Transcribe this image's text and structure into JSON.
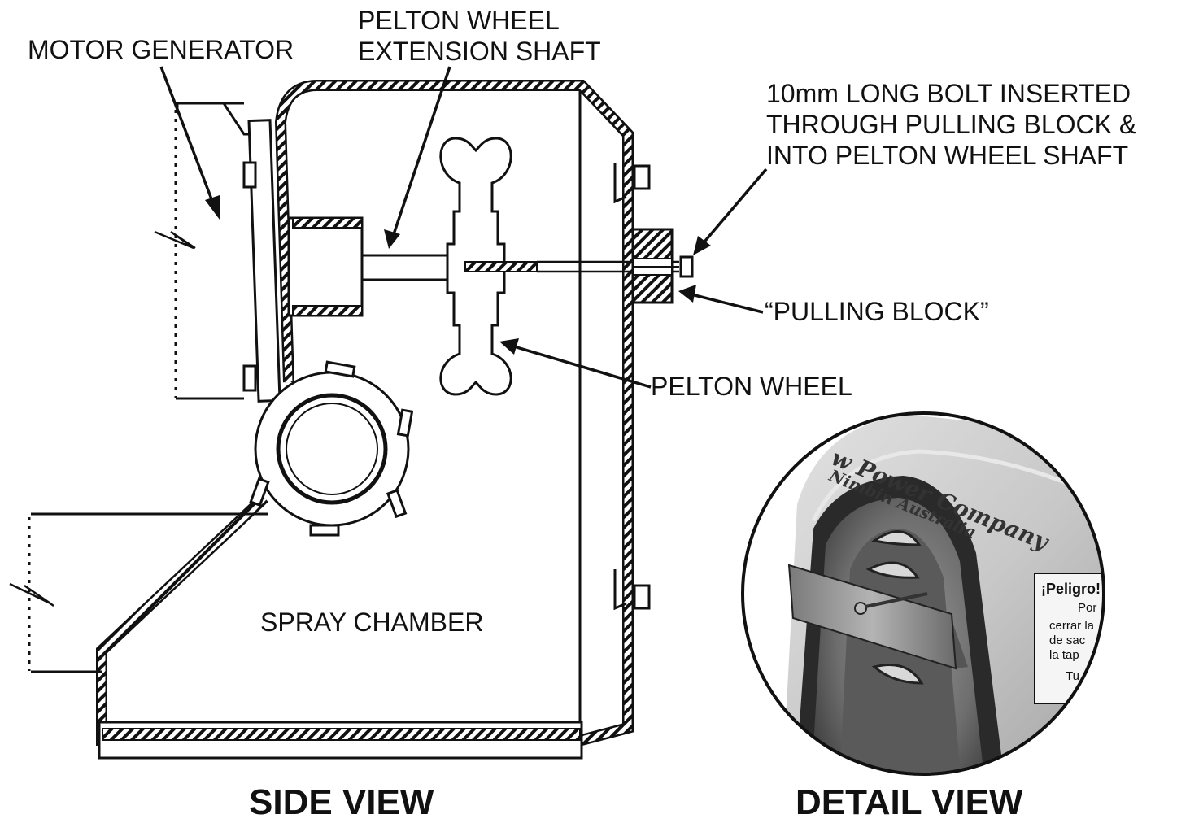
{
  "labels": {
    "motor_generator": "MOTOR GENERATOR",
    "extension_shaft_line1": "PELTON WHEEL",
    "extension_shaft_line2": "EXTENSION SHAFT",
    "bolt_line1": "10mm LONG BOLT INSERTED",
    "bolt_line2": "THROUGH PULLING BLOCK &",
    "bolt_line3": "INTO PELTON WHEEL SHAFT",
    "pulling_block": "“PULLING BLOCK”",
    "pelton_wheel": "PELTON WHEEL",
    "spray_chamber": "SPRAY CHAMBER"
  },
  "captions": {
    "side_view": "SIDE VIEW",
    "detail_view": "DETAIL VIEW"
  },
  "detail": {
    "brand_line1": "w Power Company",
    "brand_line2": "Nimbin Australia",
    "warning_title": "¡Peligro!",
    "warning_line1": "Por",
    "warning_line2": "cerrar la",
    "warning_line3": "de sac",
    "warning_line4": "la tap",
    "warning_line5": "Tu"
  },
  "colors": {
    "ink": "#111111",
    "background": "#ffffff",
    "housing_grey": "#c8c8c8"
  }
}
